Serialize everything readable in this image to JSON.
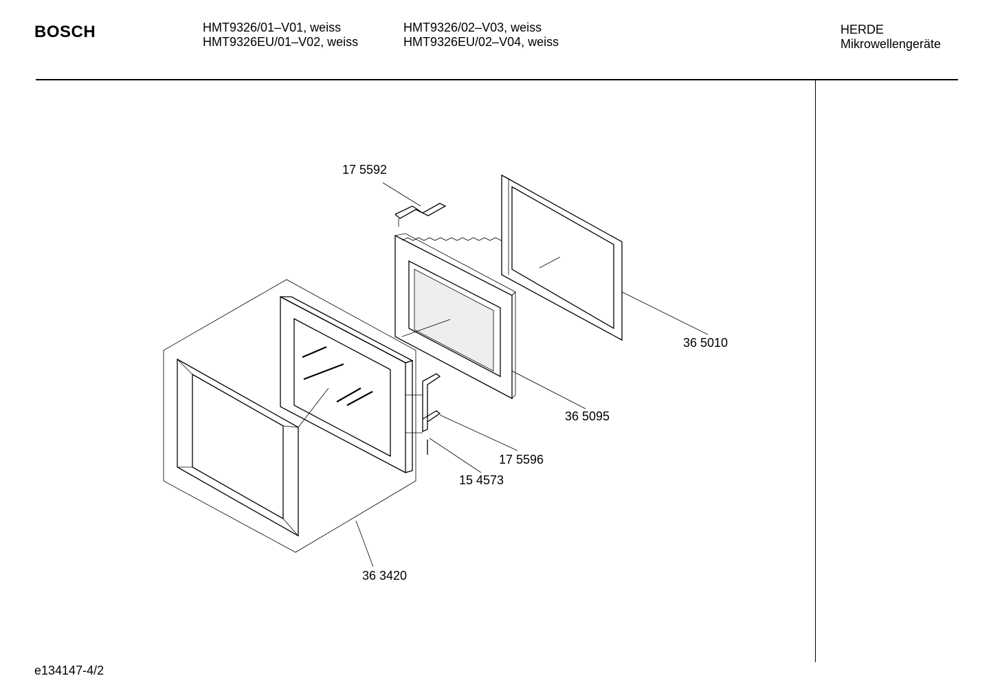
{
  "header": {
    "brand": "BOSCH",
    "models_col1": [
      "HMT9326/01–V01, weiss",
      "HMT9326EU/01–V02, weiss"
    ],
    "models_col2": [
      "HMT9326/02–V03, weiss",
      "HMT9326EU/02–V04, weiss"
    ],
    "category_line1": "HERDE",
    "category_line2": "Mikrowellengeräte"
  },
  "parts": {
    "p1": "17 5592",
    "p2": "36 5010",
    "p3": "36 5095",
    "p4": "17 5596",
    "p5": "15 4573",
    "p6": "36 3420"
  },
  "footer": {
    "code": "e134147-4/2"
  }
}
